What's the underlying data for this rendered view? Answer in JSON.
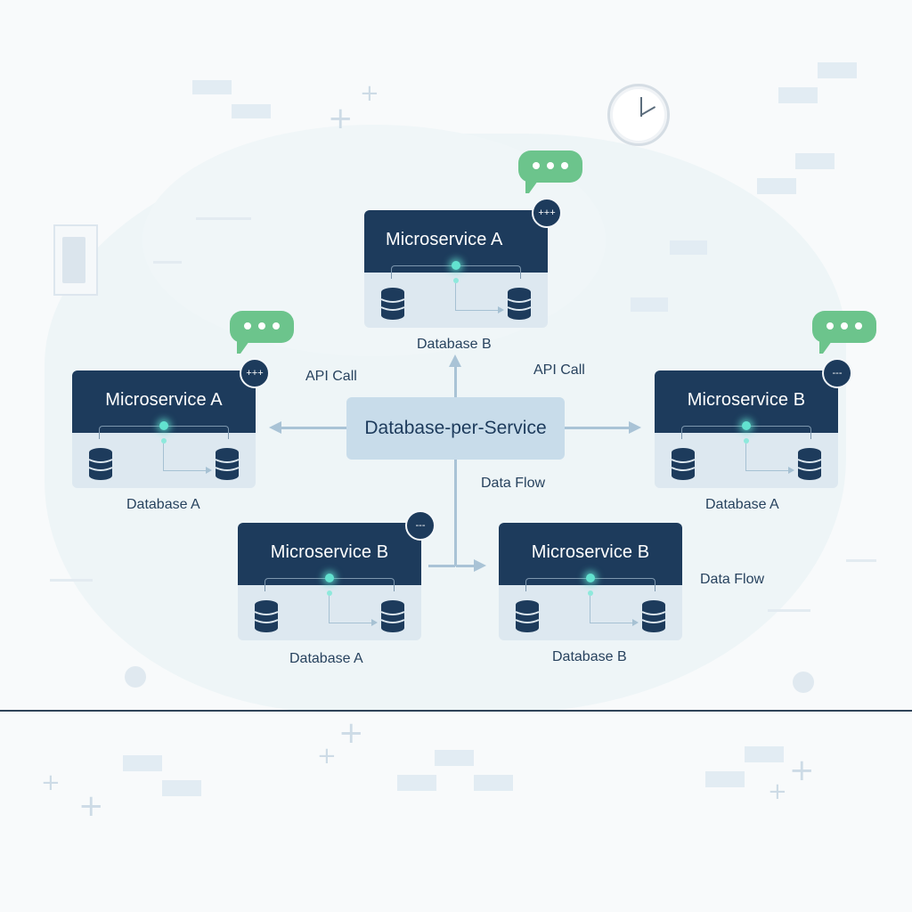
{
  "diagram": {
    "hub": {
      "label": "Database-per-Service"
    },
    "cards": [
      {
        "id": "top",
        "title": "Microservice A",
        "db_label": "Database B",
        "badge": "+++"
      },
      {
        "id": "left",
        "title": "Microservice A",
        "db_label": "Database A",
        "badge": "+++"
      },
      {
        "id": "right",
        "title": "Microservice B",
        "db_label": "Database A",
        "badge": "---"
      },
      {
        "id": "bottom-left",
        "title": "Microservice B",
        "db_label": "Database A",
        "badge": "---"
      },
      {
        "id": "bottom-right",
        "title": "Microservice B",
        "db_label": "Database B",
        "badge": ""
      }
    ],
    "edge_labels": {
      "api_call_left": "API Call",
      "api_call_right": "API Call",
      "data_flow_center": "Data Flow",
      "data_flow_right": "Data Flow"
    },
    "colors": {
      "card_header": "#1d3b5c",
      "card_body": "#dde8f0",
      "hub": "#c8dcea",
      "connector": "#a9c3d6",
      "chat_bubble": "#6cc48c",
      "glow": "#62e2cf"
    }
  }
}
